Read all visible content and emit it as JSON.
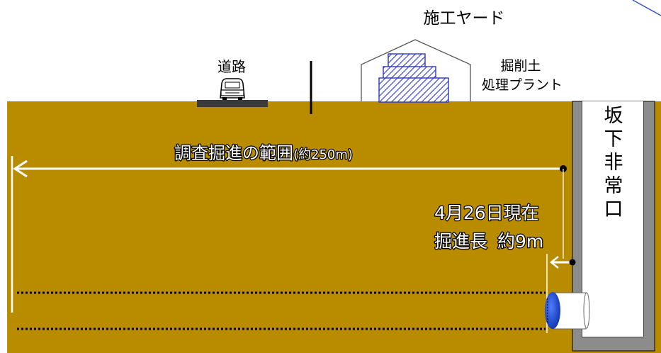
{
  "surface": {
    "road_label": "道路",
    "construction_yard_label": "施工ヤード",
    "spoil_plant_label_line1": "掘削土",
    "spoil_plant_label_line2": "処理プラント"
  },
  "shaft": {
    "label": "坂下非常口"
  },
  "survey_range": {
    "label": "調査掘進の範囲",
    "length_note": "(約250m)"
  },
  "progress": {
    "date_label": "4月26日現在",
    "length_label": "掘進長",
    "length_value": "約9m"
  },
  "colors": {
    "sky": "#ffffff",
    "ground": "#b98c00",
    "shaft_wall": "#8c8c8c",
    "tbm_cutter": "#1c4fd6",
    "plant_hatch": "#2a35c9",
    "label_white": "#ffffff"
  }
}
